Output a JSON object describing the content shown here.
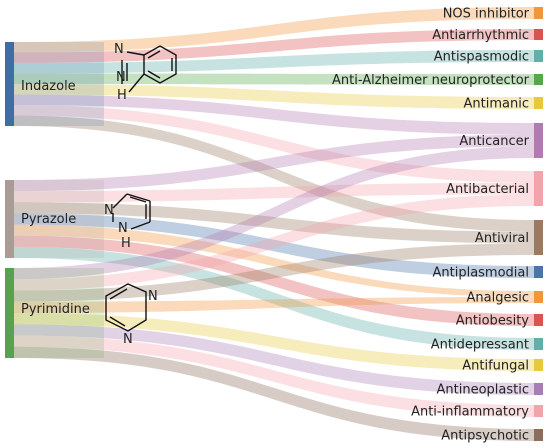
{
  "sources": [
    {
      "id": "indazole",
      "label": "Indazole",
      "color": "#3f6ea6"
    },
    {
      "id": "pyrazole",
      "label": "Pyrazole",
      "color": "#a99b95"
    },
    {
      "id": "pyrimidine",
      "label": "Pyrimidine",
      "color": "#56a24e"
    }
  ],
  "targets": [
    {
      "label": "NOS inhibitor",
      "color": "#f0963c"
    },
    {
      "label": "Antiarrhythmic",
      "color": "#d9534f"
    },
    {
      "label": "Antispasmodic",
      "color": "#5fb0a8"
    },
    {
      "label": "Anti-Alzheimer neuroprotector",
      "color": "#55a84a"
    },
    {
      "label": "Antimanic",
      "color": "#e8c93c"
    },
    {
      "label": "Anticancer",
      "color": "#b27ab0"
    },
    {
      "label": "Antibacterial",
      "color": "#f4a3ab"
    },
    {
      "label": "Antiviral",
      "color": "#9c7a62"
    },
    {
      "label": "Antiplasmodial",
      "color": "#4b74a8"
    },
    {
      "label": "Analgesic",
      "color": "#f0963c"
    },
    {
      "label": "Antiobesity",
      "color": "#d9534f"
    },
    {
      "label": "Antidepressant",
      "color": "#5fb0a8"
    },
    {
      "label": "Antifungal",
      "color": "#e8c93c"
    },
    {
      "label": "Antineoplastic",
      "color": "#a87db6"
    },
    {
      "label": "Anti-inflammatory",
      "color": "#f4a3ab"
    },
    {
      "label": "Antipsychotic",
      "color": "#8c6d5a"
    }
  ],
  "links": [
    {
      "source": "indazole",
      "target": "NOS inhibitor"
    },
    {
      "source": "indazole",
      "target": "Antiarrhythmic"
    },
    {
      "source": "indazole",
      "target": "Antispasmodic"
    },
    {
      "source": "indazole",
      "target": "Anti-Alzheimer neuroprotector"
    },
    {
      "source": "indazole",
      "target": "Antimanic"
    },
    {
      "source": "indazole",
      "target": "Anticancer"
    },
    {
      "source": "indazole",
      "target": "Antibacterial"
    },
    {
      "source": "indazole",
      "target": "Antiviral"
    },
    {
      "source": "pyrazole",
      "target": "Anticancer"
    },
    {
      "source": "pyrazole",
      "target": "Antibacterial"
    },
    {
      "source": "pyrazole",
      "target": "Antiviral"
    },
    {
      "source": "pyrazole",
      "target": "Antiplasmodial"
    },
    {
      "source": "pyrazole",
      "target": "Analgesic"
    },
    {
      "source": "pyrazole",
      "target": "Antiobesity"
    },
    {
      "source": "pyrazole",
      "target": "Antidepressant"
    },
    {
      "source": "pyrimidine",
      "target": "Anticancer"
    },
    {
      "source": "pyrimidine",
      "target": "Antibacterial"
    },
    {
      "source": "pyrimidine",
      "target": "Antiviral"
    },
    {
      "source": "pyrimidine",
      "target": "Analgesic"
    },
    {
      "source": "pyrimidine",
      "target": "Antifungal"
    },
    {
      "source": "pyrimidine",
      "target": "Antineoplastic"
    },
    {
      "source": "pyrimidine",
      "target": "Anti-inflammatory"
    },
    {
      "source": "pyrimidine",
      "target": "Antipsychotic"
    }
  ],
  "structures": {
    "indazole_n1": "N",
    "indazole_n2": "N",
    "indazole_h": "H",
    "pyrazole_n1": "N",
    "pyrazole_n2": "N",
    "pyrazole_h": "H",
    "pyrimidine_n1": "N",
    "pyrimidine_n2": "N"
  }
}
